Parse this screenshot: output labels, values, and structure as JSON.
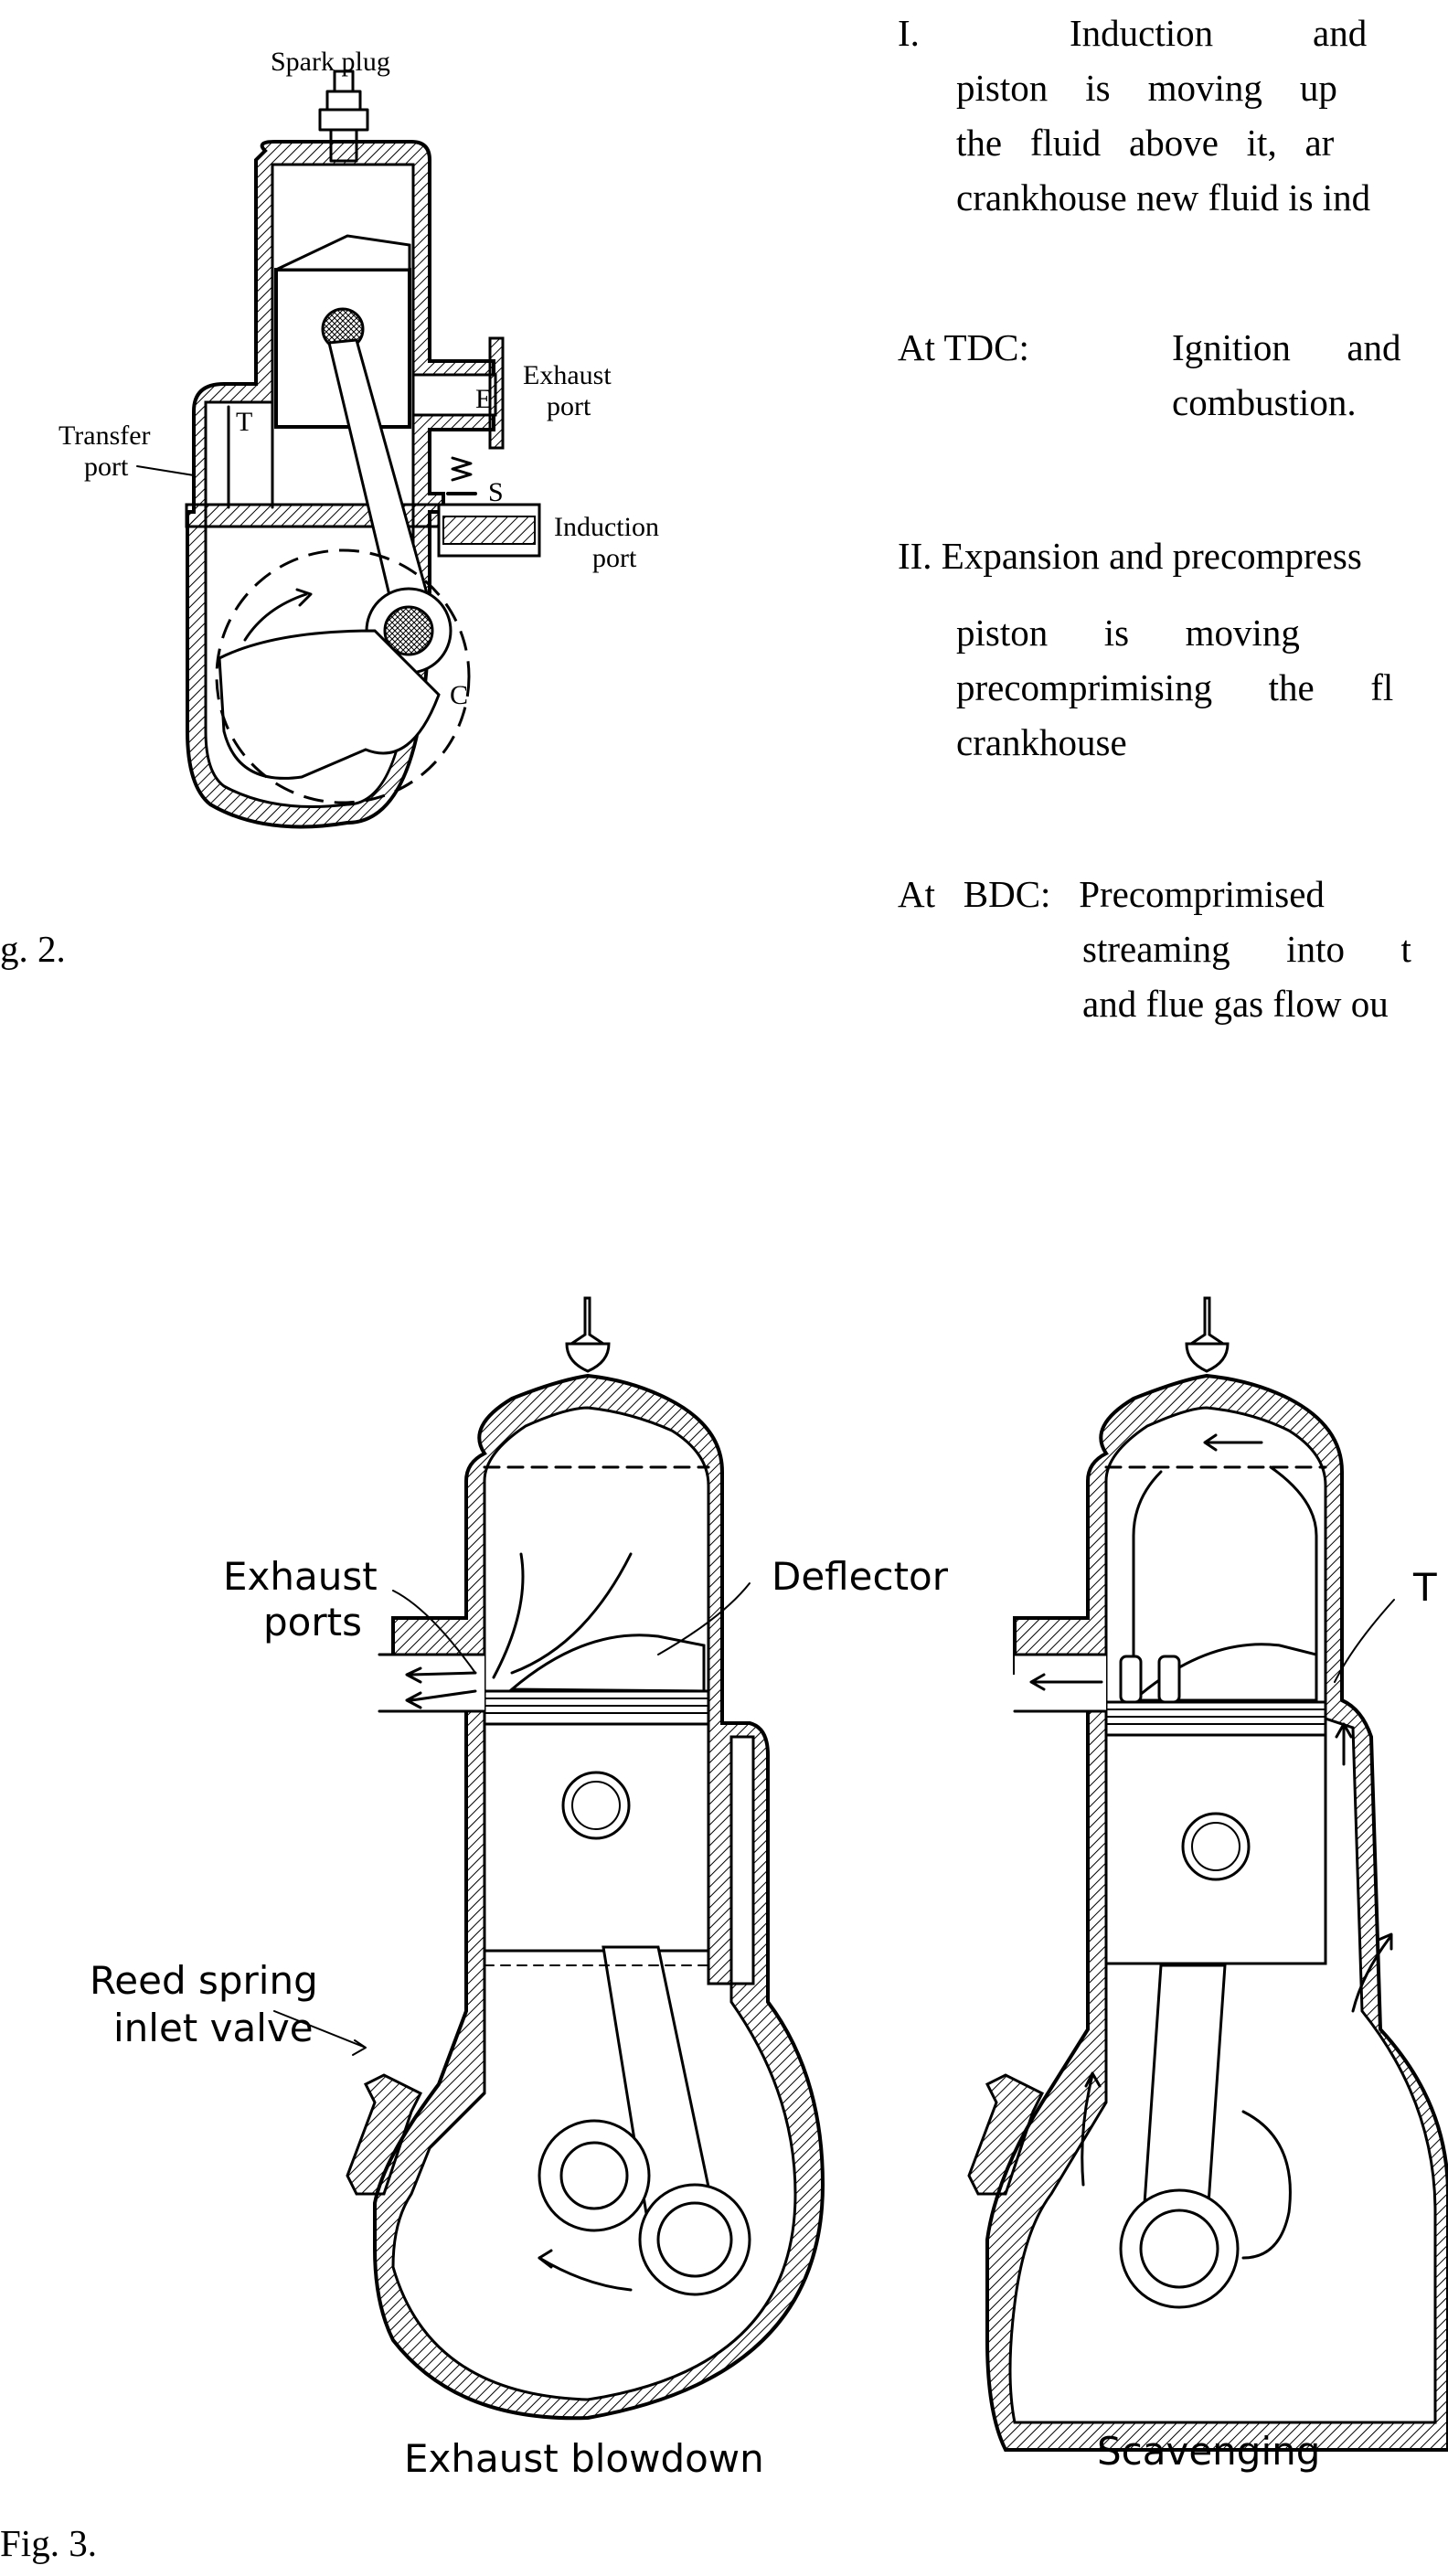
{
  "fig2": {
    "caption": "g. 2.",
    "labels": {
      "spark_plug": "Spark plug",
      "exhaust": "Exhaust",
      "port_exhaust": "port",
      "transfer": "Transfer",
      "port_transfer": "port",
      "induction": "Induction",
      "port_induction": "port",
      "t": "T",
      "e": "E",
      "s": "S",
      "c": "C"
    }
  },
  "text": {
    "p1_head_num": "I.",
    "p1_head_word1": "Induction",
    "p1_head_word2": "and",
    "p1_line2": "piston    is    moving    up",
    "p1_line3": "the   fluid   above   it,   ar",
    "p1_line4": "crankhouse new fluid is ind",
    "tdc_label": "At TDC:",
    "tdc_line1": "Ignition      and",
    "tdc_line2": "combustion.",
    "p2_head": "II. Expansion and precompress",
    "p2_line2": "piston      is      moving",
    "p2_line3": "precomprimising      the      fl",
    "p2_line4": "crankhouse",
    "bdc_line1": "At   BDC:   Precomprimised",
    "bdc_line2": "streaming      into      t",
    "bdc_line3": "and flue gas flow ou"
  },
  "fig3": {
    "caption": "Fig. 3.",
    "labels": {
      "exhaust_ports_1": "Exhaust",
      "exhaust_ports_2": "ports",
      "deflector": "Deflector",
      "reed_1": "Reed spring",
      "reed_2": "inlet valve",
      "t_cut": "T",
      "caption_left": "Exhaust blowdown",
      "caption_right": "Scavenging"
    }
  }
}
